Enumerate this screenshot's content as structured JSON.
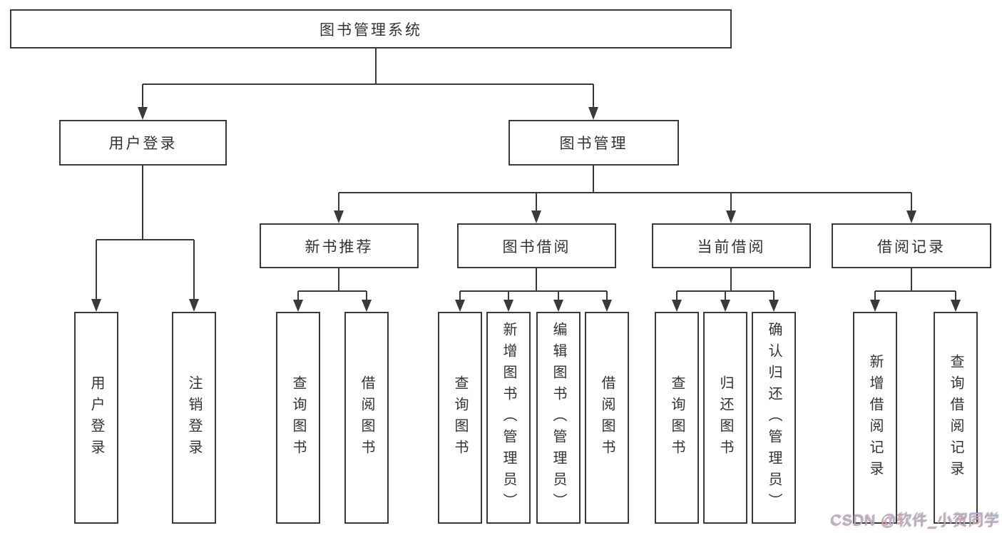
{
  "root": {
    "label": "图书管理系统"
  },
  "branches": [
    {
      "label": "用户登录"
    },
    {
      "label": "图书管理"
    }
  ],
  "modules": [
    {
      "label": "新书推荐"
    },
    {
      "label": "图书借阅"
    },
    {
      "label": "当前借阅"
    },
    {
      "label": "借阅记录"
    }
  ],
  "leaves": [
    {
      "label": "用户登录"
    },
    {
      "label": "注销登录"
    },
    {
      "label": "查询图书"
    },
    {
      "label": "借阅图书"
    },
    {
      "label": "查询图书"
    },
    {
      "label": "新增图书（管理员）"
    },
    {
      "label": "编辑图书（管理员）"
    },
    {
      "label": "借阅图书"
    },
    {
      "label": "查询图书"
    },
    {
      "label": "归还图书"
    },
    {
      "label": "确认归还（管理员）"
    },
    {
      "label": "新增借阅记录"
    },
    {
      "label": "查询借阅记录"
    }
  ],
  "hierarchy": {
    "图书管理系统": [
      "用户登录",
      "图书管理"
    ],
    "用户登录": [
      "用户登录",
      "注销登录"
    ],
    "图书管理": [
      "新书推荐",
      "图书借阅",
      "当前借阅",
      "借阅记录"
    ],
    "新书推荐": [
      "查询图书",
      "借阅图书"
    ],
    "图书借阅": [
      "查询图书",
      "新增图书（管理员）",
      "编辑图书（管理员）",
      "借阅图书"
    ],
    "当前借阅": [
      "查询图书",
      "归还图书",
      "确认归还（管理员）"
    ],
    "借阅记录": [
      "新增借阅记录",
      "查询借阅记录"
    ]
  },
  "watermark": "CSDN @软件_小贺同学",
  "colors": {
    "line": "#3a3a3a",
    "border": "#3a3a3a",
    "text": "#333333",
    "background": "#ffffff",
    "watermark": "#b5b5b5"
  }
}
